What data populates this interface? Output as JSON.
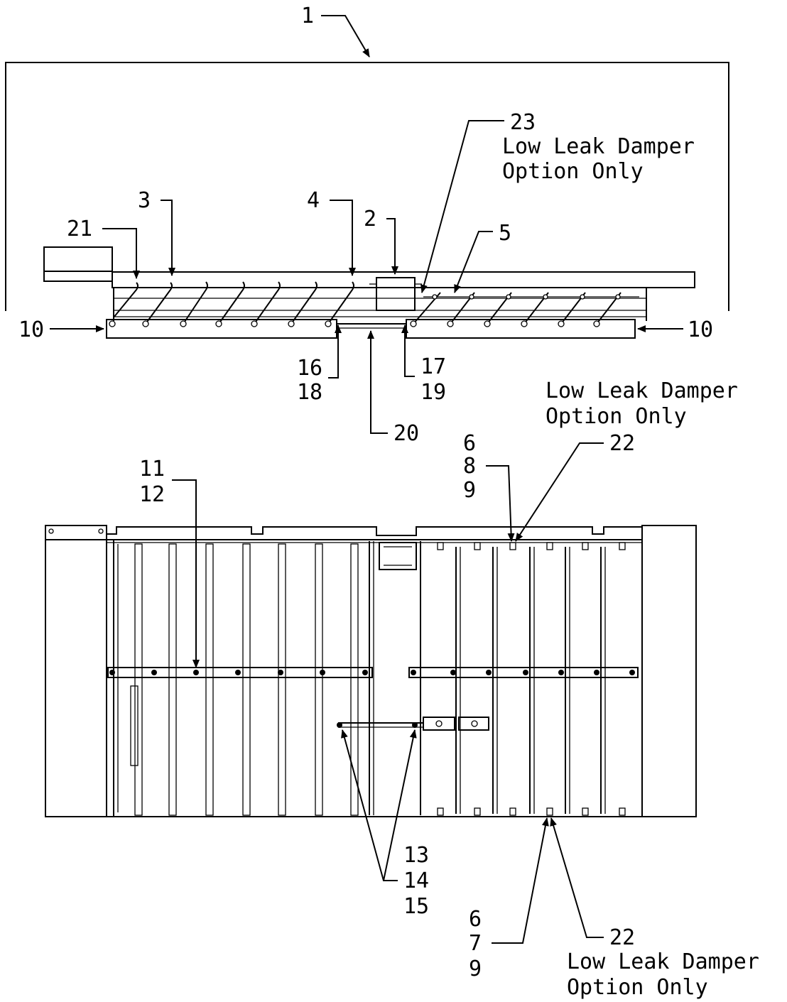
{
  "callouts": {
    "c1": "1",
    "c2": "2",
    "c3": "3",
    "c4": "4",
    "c5": "5",
    "c21": "21",
    "c23": "23",
    "c23_note_1": "Low Leak Damper",
    "c23_note_2": "Option Only",
    "c10_left": "10",
    "c10_right": "10",
    "c16": "16",
    "c18": "18",
    "c17": "17",
    "c19": "19",
    "c20": "20",
    "c11": "11",
    "c12": "12",
    "top_note_1": "Low Leak Damper",
    "top_note_2": "Option Only",
    "c6_top": "6",
    "c8_top": "8",
    "c9_top": "9",
    "c22_top": "22",
    "c13": "13",
    "c14": "14",
    "c15": "15",
    "c6_bot": "6",
    "c7_bot": "7",
    "c9_bot": "9",
    "c22_bot": "22",
    "bot_note_1": "Low Leak Damper",
    "bot_note_2": "Option Only"
  }
}
